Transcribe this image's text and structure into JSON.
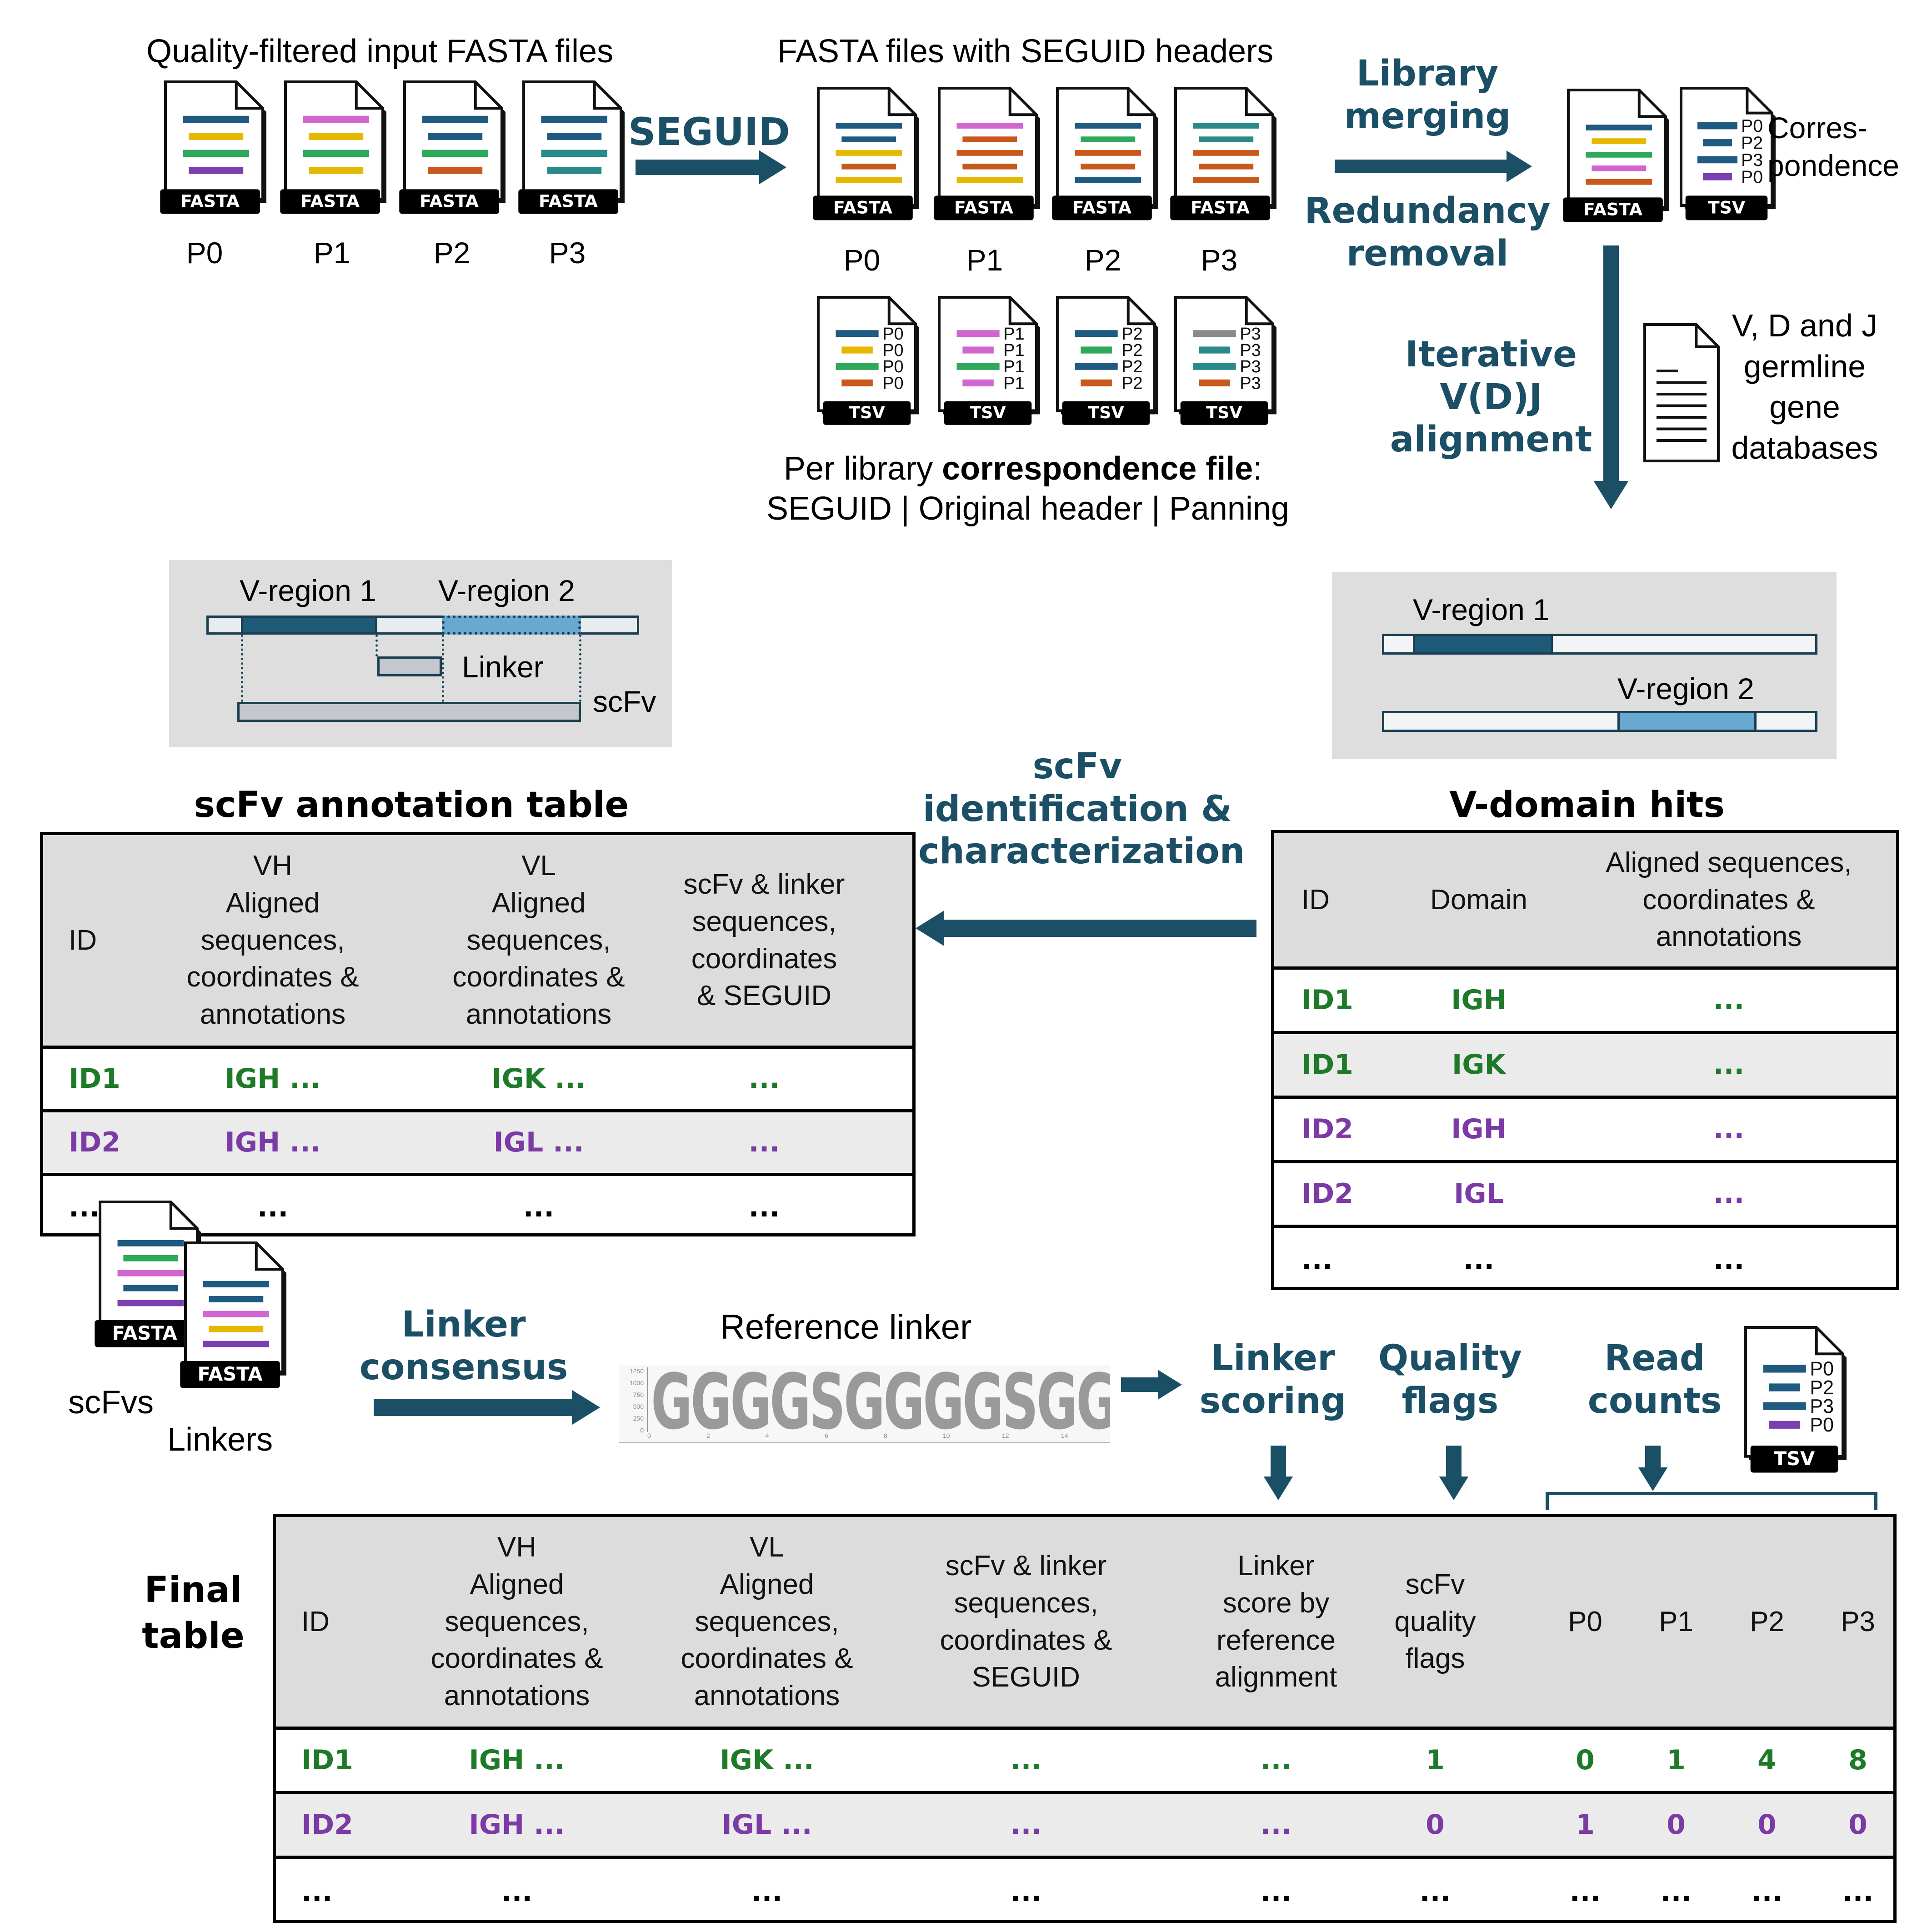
{
  "colors": {
    "primary": "#1b4f66",
    "arrow": "#1b4f66",
    "id1": "#1e7a28",
    "id2": "#7b3aa5",
    "header_bg": "#dcdcdc",
    "panel_bg": "#dedede",
    "vregion1": "#1e5a78",
    "vregion2": "#6aa9cf",
    "linker_bar": "#c4c8cc",
    "file_line_colors": [
      "#1f5a80",
      "#e6b800",
      "#2ea85a",
      "#7a3fb0",
      "#d166d1",
      "#c8581c",
      "#2a8a8a",
      "#8a8a8a"
    ]
  },
  "icons": [
    "fasta-file-icon",
    "tsv-file-icon",
    "document-icon",
    "arrow-right-icon",
    "arrow-down-icon",
    "arrow-left-icon",
    "bracket"
  ],
  "top": {
    "input_title": "Quality-filtered input FASTA files",
    "seguid_label": "SEGUID",
    "seguid_title": "FASTA files with SEGUID headers",
    "fasta_tag": "FASTA",
    "tsv_tag": "TSV",
    "panning_labels": [
      "P0",
      "P1",
      "P2",
      "P3"
    ],
    "merge_line1": "Library",
    "merge_line2": "merging",
    "redundancy_line1": "Redundancy",
    "redundancy_line2": "removal",
    "correspondence_line1": "Corres-",
    "correspondence_line2": "pondence",
    "corr_file_line1_normal": "Per library ",
    "corr_file_line1_bold": "correspondence file",
    "corr_file_line1_end": ":",
    "corr_file_line2": "SEGUID | Original header | Panning",
    "alignment_line1": "Iterative",
    "alignment_line2": "V(D)J",
    "alignment_line3": "alignment",
    "germline_line1": "V, D and J",
    "germline_line2": "germline",
    "germline_line3": "gene",
    "germline_line4": "databases",
    "merged_tsv_labels": [
      "P0",
      "P2",
      "P3",
      "P0"
    ],
    "seguid_tsv_labels": [
      [
        "P0",
        "P0",
        "P0",
        "P0"
      ],
      [
        "P1",
        "P1",
        "P1",
        "P1"
      ],
      [
        "P2",
        "P2",
        "P2",
        "P2"
      ],
      [
        "P3",
        "P3",
        "P3",
        "P3"
      ]
    ]
  },
  "scfv_panel": {
    "vregion1": "V-region 1",
    "vregion2": "V-region 2",
    "linker": "Linker",
    "scfv": "scFv"
  },
  "vdomain_panel": {
    "vregion1": "V-region 1",
    "vregion2": "V-region 2"
  },
  "scfv_id_step": {
    "line1": "scFv",
    "line2": "identification &",
    "line3": "characterization"
  },
  "scfv_table": {
    "title": "scFv annotation table",
    "headers": [
      "ID",
      "VH\nAligned\nsequences,\ncoordinates &\nannotations",
      "VL\nAligned\nsequences,\ncoordinates &\nannotations",
      "scFv & linker\nsequences,\ncoordinates\n& SEGUID"
    ],
    "rows": [
      [
        "ID1",
        "IGH ...",
        "IGK ...",
        "..."
      ],
      [
        "ID2",
        "IGH ...",
        "IGL ...",
        "..."
      ],
      [
        "...",
        "...",
        "...",
        "..."
      ]
    ]
  },
  "vdomain_table": {
    "title": "V-domain hits",
    "headers": [
      "ID",
      "Domain",
      "Aligned sequences,\ncoordinates &\nannotations"
    ],
    "rows": [
      [
        "ID1",
        "IGH",
        "..."
      ],
      [
        "ID1",
        "IGK",
        "..."
      ],
      [
        "ID2",
        "IGH",
        "..."
      ],
      [
        "ID2",
        "IGL",
        "..."
      ],
      [
        "...",
        "...",
        "..."
      ]
    ]
  },
  "bottom": {
    "scfvs_label": "scFvs",
    "linkers_label": "Linkers",
    "linker_consensus_line1": "Linker",
    "linker_consensus_line2": "consensus",
    "reference_linker_title": "Reference linker",
    "logo_sequence": "GGGGSGGGGSGGGGS",
    "logo_y_ticks": [
      "1250",
      "1000",
      "750",
      "500",
      "250",
      "0"
    ],
    "logo_x_ticks": [
      "0",
      "2",
      "4",
      "6",
      "8",
      "10",
      "12",
      "14"
    ],
    "linker_scoring_line1": "Linker",
    "linker_scoring_line2": "scoring",
    "quality_flags_line1": "Quality",
    "quality_flags_line2": "flags",
    "read_counts_line1": "Read",
    "read_counts_line2": "counts",
    "counts_tsv_labels": [
      "P0",
      "P2",
      "P3",
      "P0"
    ]
  },
  "final_table": {
    "title_line1": "Final",
    "title_line2": "table",
    "headers": [
      "ID",
      "VH\nAligned\nsequences,\ncoordinates &\nannotations",
      "VL\nAligned\nsequences,\ncoordinates &\nannotations",
      "scFv & linker\nsequences,\ncoordinates &\nSEGUID",
      "Linker\nscore by\nreference\nalignment",
      "scFv\nquality\nflags",
      "P0",
      "P1",
      "P2",
      "P3"
    ],
    "rows": [
      [
        "ID1",
        "IGH ...",
        "IGK ...",
        "...",
        "...",
        "1",
        "0",
        "1",
        "4",
        "8"
      ],
      [
        "ID2",
        "IGH ...",
        "IGL ...",
        "...",
        "...",
        "0",
        "1",
        "0",
        "0",
        "0"
      ],
      [
        "...",
        "...",
        "...",
        "...",
        "...",
        "...",
        "...",
        "...",
        "...",
        "..."
      ]
    ]
  }
}
